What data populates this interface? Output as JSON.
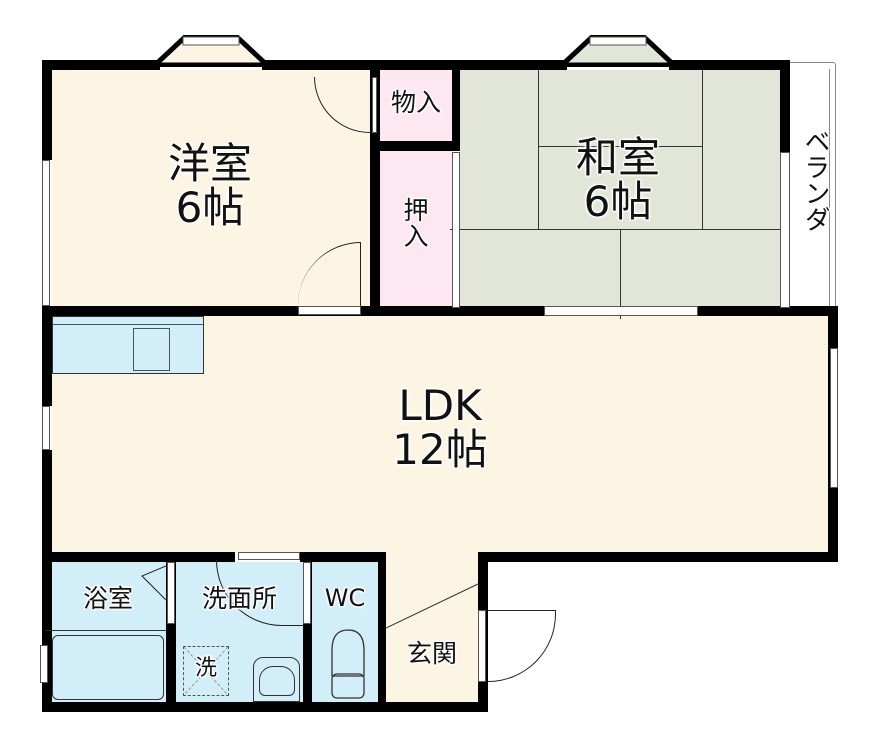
{
  "floorplan": {
    "rooms": {
      "western": {
        "name": "洋室",
        "size": "6帖"
      },
      "storage": {
        "name": "物入"
      },
      "closet": {
        "name_line1": "押",
        "name_line2": "入"
      },
      "japanese": {
        "name": "和室",
        "size": "6帖"
      },
      "veranda": {
        "name": "ベランダ"
      },
      "ldk": {
        "name": "LDK",
        "size": "12帖"
      },
      "bath": {
        "name": "浴室"
      },
      "washroom": {
        "name": "洗面所"
      },
      "washer": {
        "name": "洗"
      },
      "wc": {
        "name": "WC"
      },
      "entrance": {
        "name": "玄関"
      }
    },
    "colors": {
      "western": "#fdf5e3",
      "ldk": "#fdf5e3",
      "storage": "#fde7f0",
      "japanese": "#e1e6d8",
      "wet_area": "#d2eef8",
      "wall": "#000000"
    }
  }
}
